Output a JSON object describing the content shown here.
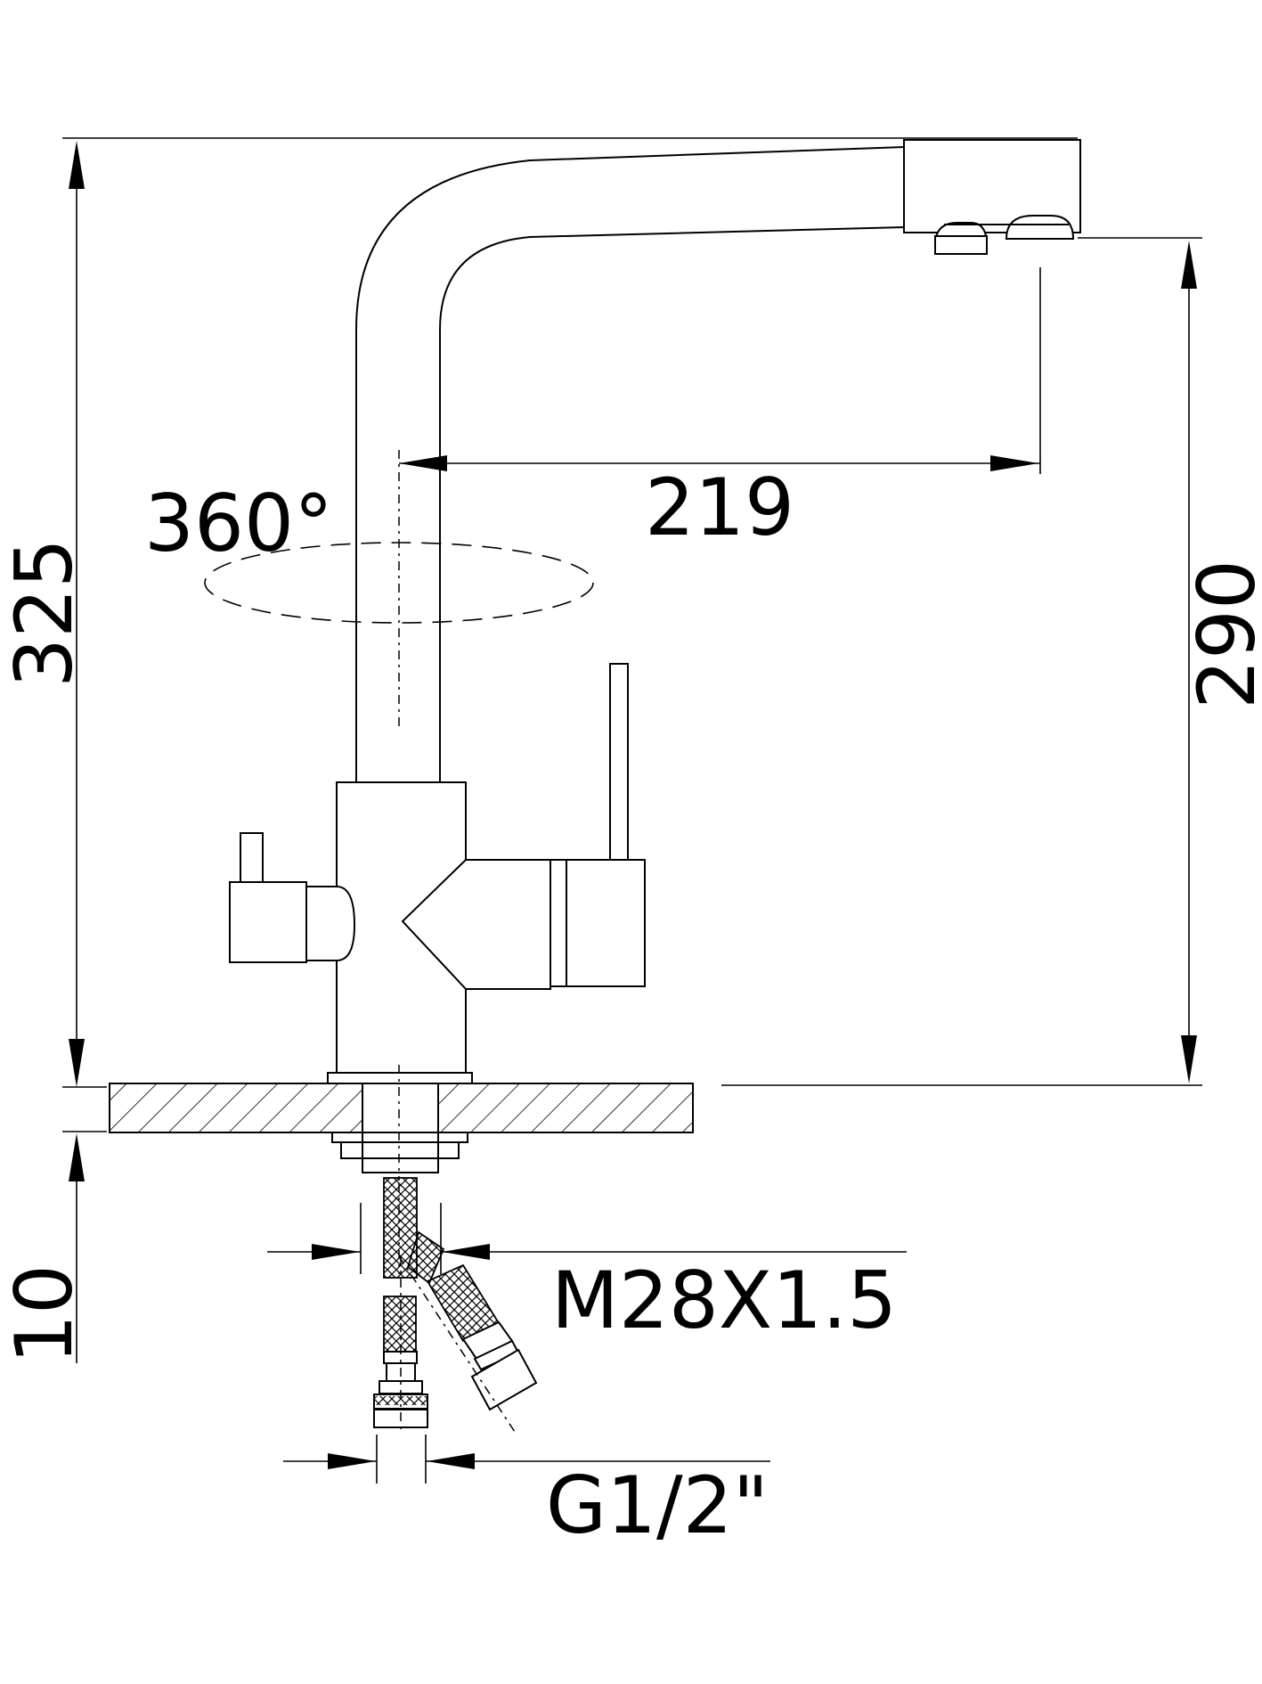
{
  "dimensions": {
    "total_height": "325",
    "spout_height": "290",
    "spout_reach": "219",
    "rotation": "360°",
    "deck_thickness": "10",
    "thread": "M28X1.5",
    "connection": "G1/2\""
  }
}
